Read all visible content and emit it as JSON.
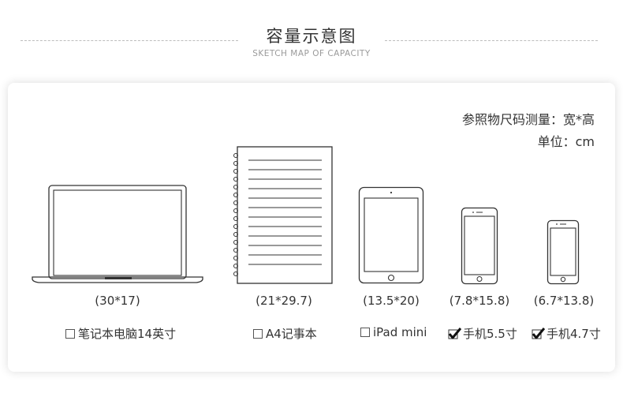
{
  "header": {
    "title": "容量示意图",
    "subtitle": "SKETCH MAP OF CAPACITY"
  },
  "note": {
    "line1": "参照物尺码测量：宽*高",
    "line2": "单位：cm"
  },
  "items": [
    {
      "size": "(30*17)",
      "label": "笔记本电脑14英寸",
      "checked": false,
      "icon": "laptop-icon"
    },
    {
      "size": "(21*29.7)",
      "label": "A4记事本",
      "checked": false,
      "icon": "notebook-icon"
    },
    {
      "size": "(13.5*20)",
      "label": "iPad mini",
      "checked": false,
      "icon": "tablet-icon"
    },
    {
      "size": "(7.8*15.8)",
      "label": "手机5.5寸",
      "checked": true,
      "icon": "phone-icon"
    },
    {
      "size": "(6.7*13.8)",
      "label": "手机4.7寸",
      "checked": true,
      "icon": "phone-icon"
    }
  ]
}
